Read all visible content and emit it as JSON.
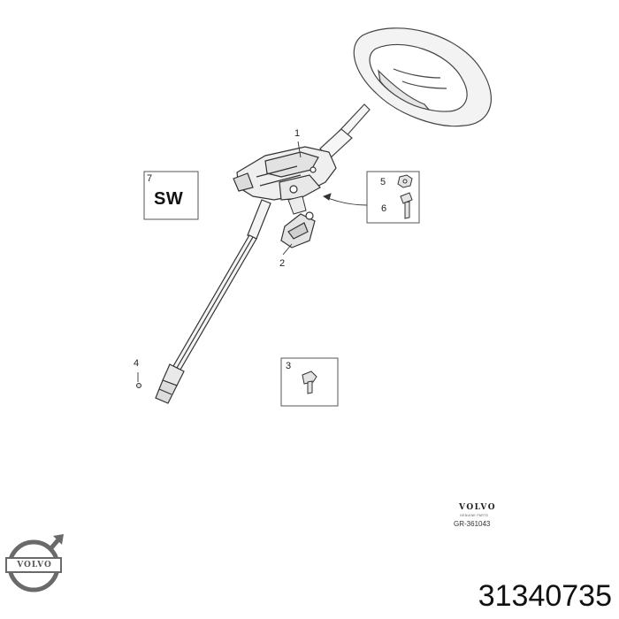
{
  "callouts": [
    "1",
    "2",
    "3",
    "4",
    "5",
    "6",
    "7"
  ],
  "sw_label": "SW",
  "volvo_genuine": {
    "brand": "VOLVO",
    "subtitle": "GENUINE PARTS"
  },
  "diagram_ref": "GR-361043",
  "logo": {
    "brand_text": "VOLVO"
  },
  "part_number": "31340735",
  "colors": {
    "line": "#333333",
    "logo_grey": "#6a6a6a",
    "background": "#ffffff"
  }
}
